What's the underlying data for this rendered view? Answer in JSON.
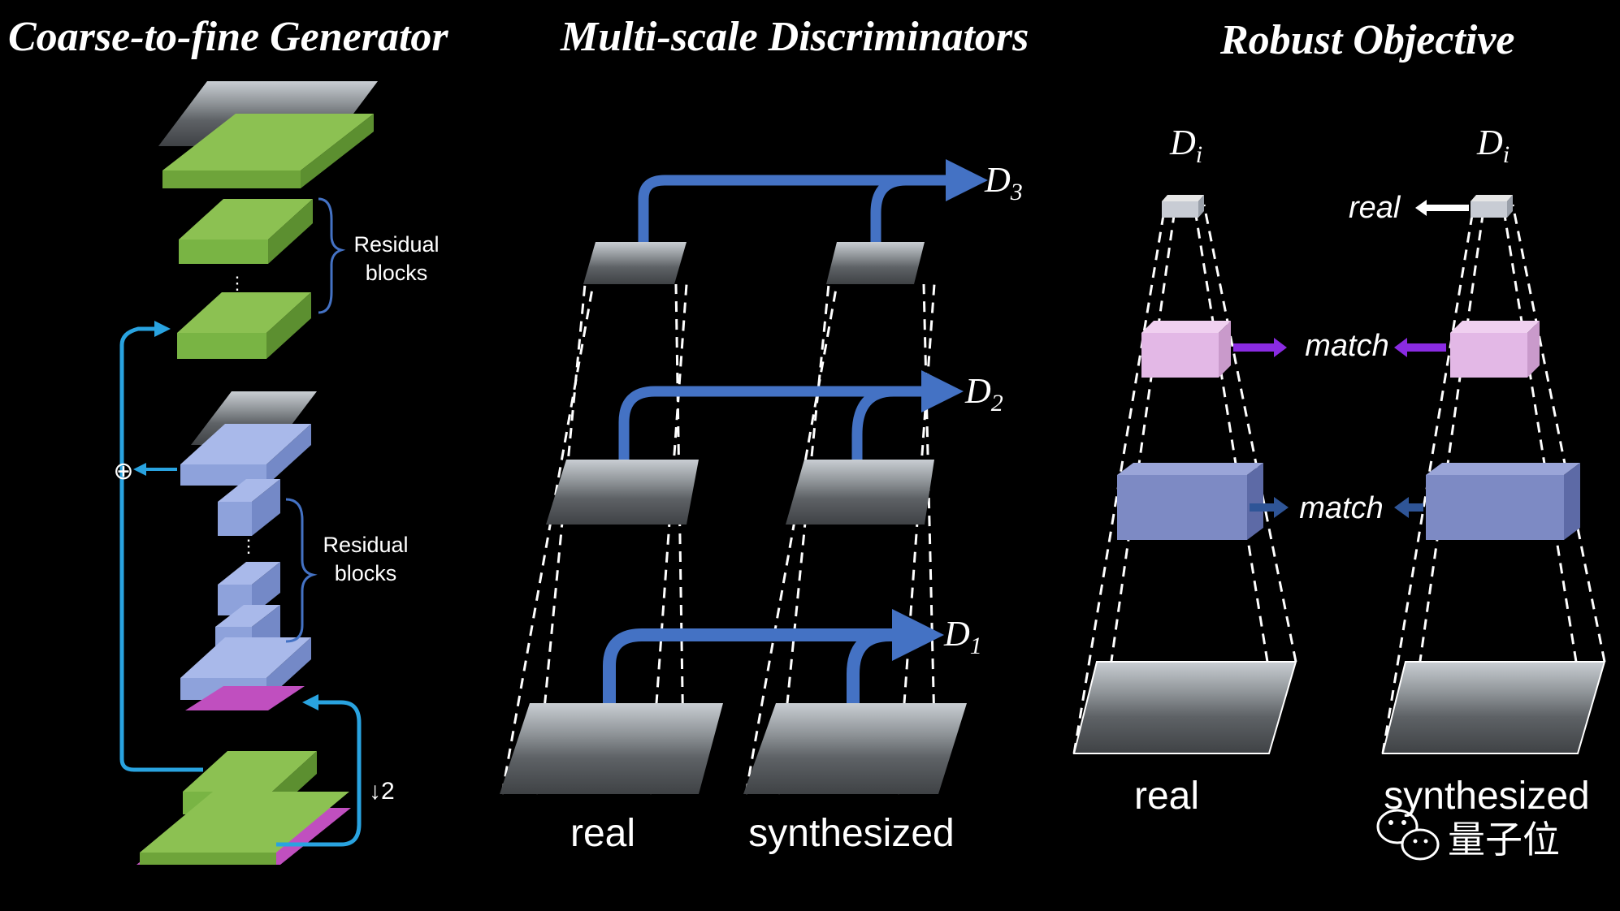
{
  "titles": {
    "generator": "Coarse-to-fine Generator",
    "discriminators": "Multi-scale Discriminators",
    "objective": "Robust Objective"
  },
  "generator": {
    "residual_top_line1": "Residual",
    "residual_top_line2": "blocks",
    "residual_mid_line1": "Residual",
    "residual_mid_line2": "blocks",
    "downsample": "↓2",
    "ellipsis": "⋮",
    "sum_symbol": "⊕"
  },
  "discriminators": {
    "d3_main": "D",
    "d3_sub": "3",
    "d2_main": "D",
    "d2_sub": "2",
    "d1_main": "D",
    "d1_sub": "1",
    "real_label": "real",
    "synth_label": "synthesized"
  },
  "objective": {
    "di_main": "D",
    "di_sub": "i",
    "real_arrow_label": "real",
    "match1": "match",
    "match2": "match",
    "real_label": "real",
    "synth_label": "synthesized"
  },
  "watermark": {
    "text": "量子位",
    "icon": "wechat-icon"
  },
  "colors": {
    "green": "#8cc152",
    "blue_block": "#a9b9ea",
    "arrow_blue": "#4472c4",
    "skip_blue": "#29a3e0",
    "pink_block": "#e3b8e6",
    "purple_arrow": "#8a2be2",
    "feature_blue": "#7d8ac4",
    "magenta": "#c04fbf"
  }
}
